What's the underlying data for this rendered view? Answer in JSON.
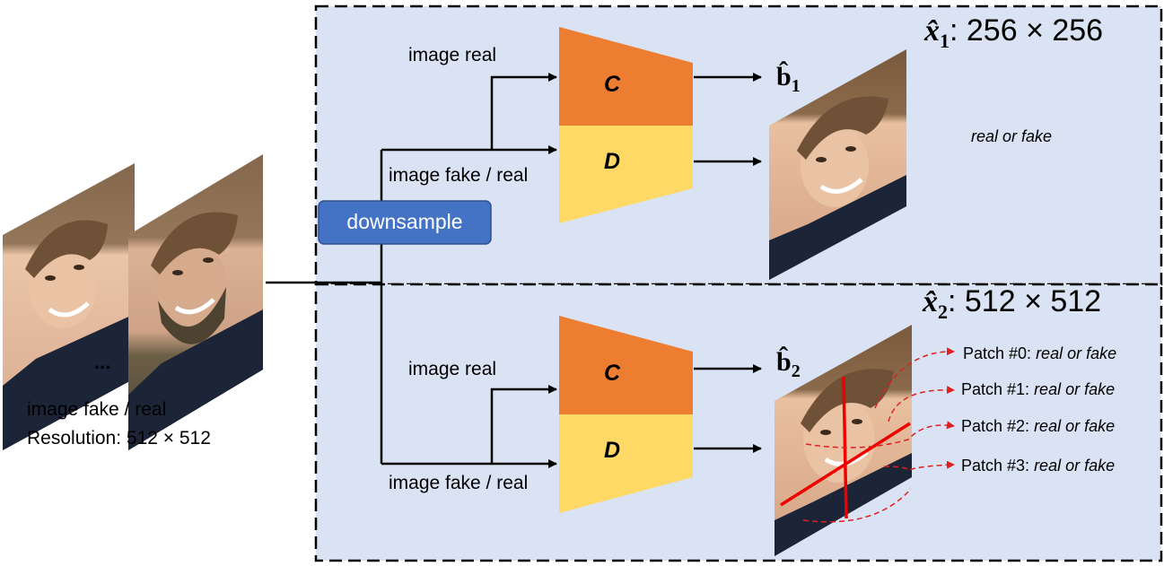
{
  "input": {
    "label_line1": "image fake / real",
    "label_line2": "Resolution: 512 × 512",
    "ellipsis": "..."
  },
  "downsample_label": "downsample",
  "top": {
    "title_var": "x̂",
    "title_sub": "1",
    "title_res": ": 256 × 256",
    "edge_real": "image real",
    "edge_fake_real": "image fake / real",
    "block_c": "C",
    "block_d": "D",
    "output_var": "b̂",
    "output_sub": "1",
    "result": "real or fake"
  },
  "bottom": {
    "title_var": "x̂",
    "title_sub": "2",
    "title_res": ": 512 × 512",
    "edge_real": "image real",
    "edge_fake_real": "image fake / real",
    "block_c": "C",
    "block_d": "D",
    "output_var": "b̂",
    "output_sub": "2",
    "patches": [
      {
        "name": "Patch #0: ",
        "result": "real or fake"
      },
      {
        "name": "Patch #1: ",
        "result": "real or fake"
      },
      {
        "name": "Patch #2: ",
        "result": "real or fake"
      },
      {
        "name": "Patch #3: ",
        "result": "real or fake"
      }
    ]
  },
  "colors": {
    "panel_bg": "#dae3f3",
    "block_c": "#ed7d31",
    "block_d": "#ffd966",
    "downsample_bg": "#4472c4",
    "patch_line": "#ee0000",
    "patch_arrow": "#e02020"
  }
}
